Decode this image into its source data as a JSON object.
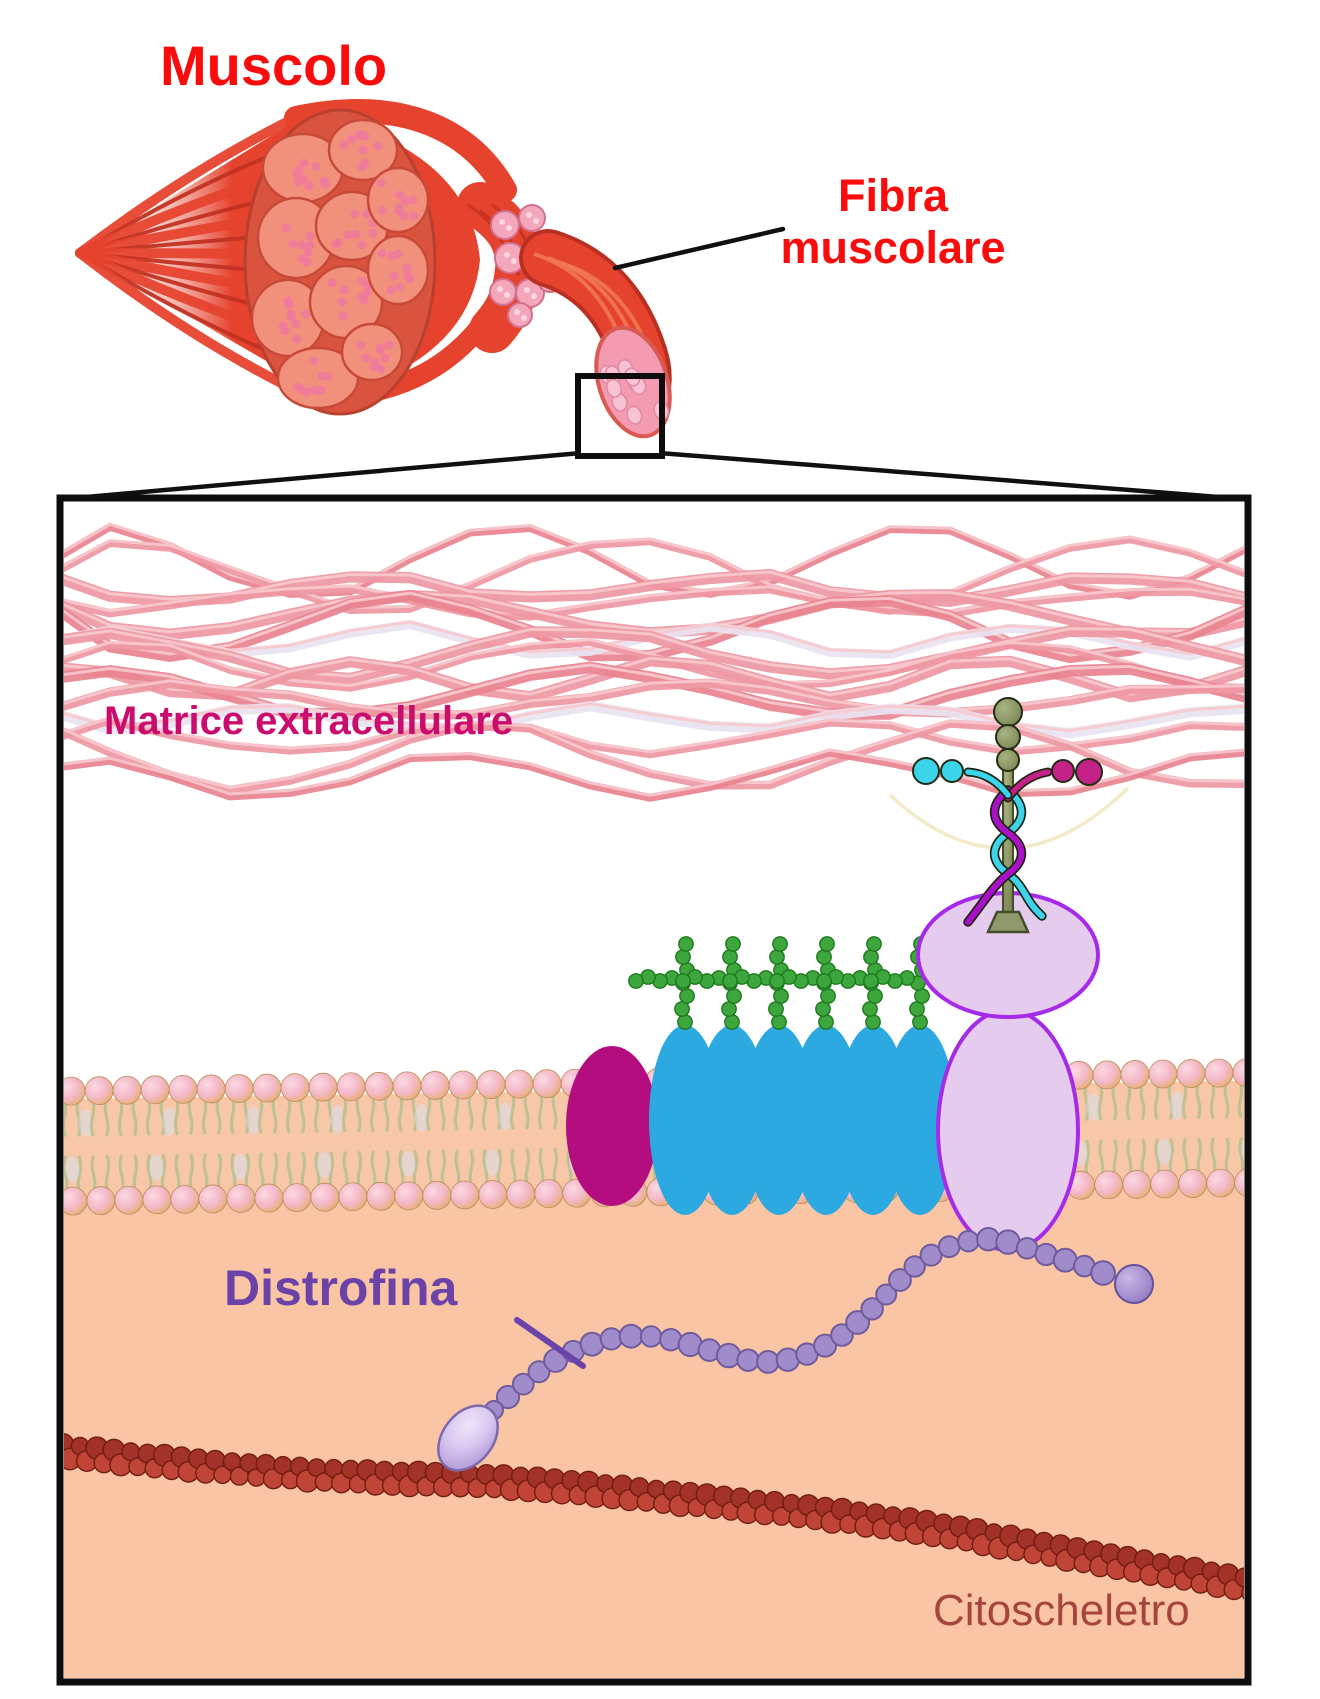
{
  "labels": {
    "muscolo": {
      "text": "Muscolo",
      "color": "#fa0c0c"
    },
    "fibra": {
      "text": "Fibra muscolare",
      "color": "#fa0c0c"
    },
    "matrice": {
      "text": "Matrice extracellulare",
      "color": "#c90c6e"
    },
    "distrofina": {
      "text": "Distrofina",
      "color": "#6b42a8"
    },
    "citoscheletro": {
      "text": "Citoscheletro",
      "color": "#a6443e"
    }
  },
  "palette": {
    "box_border": "#0d0d0d",
    "cytoplasm": "#f9c5a4",
    "membrane_gap": "#f8c7a8",
    "ecm_fiber": "#ee97a2",
    "ecm_fiber_dark": "#e8838f",
    "ecm_fiber_light": "#f7c9cd",
    "ecm_fiber_lavender": "#e9e3f1",
    "lipid_head_rim": "#b98e57",
    "lipid_tail": "#bcc192",
    "sarcoglycan_blue": "#2ba9e0",
    "sarcospan_magenta": "#b30d80",
    "glycan_green": "#3da63c",
    "glycan_green_dark": "#1e7a1e",
    "dystroglycan_fill": "#e5cbee",
    "dystroglycan_stroke": "#a62be8",
    "dystrophin_bead": "#a18ccb",
    "dystrophin_dark": "#6f5b9d",
    "actin_red": "#c14536",
    "actin_dark": "#a33227",
    "actin_outline": "#701d12",
    "laminin_olive": "#8e9a6b",
    "laminin_olive_dark": "#424d2e",
    "laminin_cyan": "#3bd4ea",
    "laminin_magenta": "#c42189",
    "laminin_purple": "#aa10c8",
    "muscle_red": "#e6432e",
    "muscle_dark": "#c23122",
    "fascicle_fill": "#f2917b",
    "fascicle_stroke": "#c74a38",
    "fascicle_dot": "#ee7a9c",
    "fiber_cross_fill": "#f49ab1",
    "pink_bundle": "#f4a6ba",
    "pointer_black": "#101010"
  },
  "structure": {
    "sarcoglycan_count": 6,
    "glycan_chain_count": 6,
    "lipid_spacing": 28,
    "ecm_strand_count": 16
  }
}
